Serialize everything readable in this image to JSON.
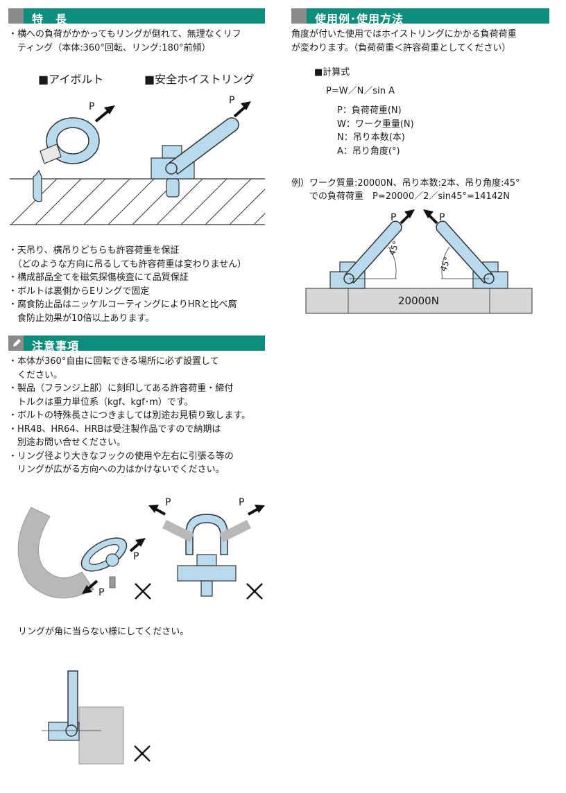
{
  "features": {
    "title": "特　長",
    "bullet_top_l1": "・横への負荷がかかってもリングが倒れて、無理なくリフ",
    "bullet_top_l2": "　ティング（本体:360°回転、リング:180°前傾）",
    "label_eyebolt": "■アイボルト",
    "label_hoist": "■安全ホイストリング",
    "arrow_label": "P",
    "list": [
      "・天吊り、横吊りどちらも許容荷重を保証",
      "　（どのような方向に吊るしても許容荷重は変わりません）",
      "・構成部品全てを磁気探傷検査にて品質保証",
      "・ボルトは裏側からEリングで固定",
      "・腐食防止品はニッケルコーティングによりHRと比べ腐",
      "　食防止効果が10倍以上あります。"
    ]
  },
  "cautions": {
    "title": "注意事項",
    "icon": "pencil-icon",
    "list": [
      "・本体が360°自由に回転できる場所に必ず設置して",
      "　ください。",
      "・製品（フランジ上部）に刻印してある許容荷重・締付",
      "　トルクは重力単位系（kgf、kgf･m）です。",
      "・ボルトの特殊長さにつきましては別途お見積り致します。",
      "・HR48、HR64、HRBは受注製作品ですので納期は",
      "　別途お問い合せください。",
      "・リング径より大きなフックの使用や左右に引張る等の",
      "　リングが広がる方向への力はかけないでください。"
    ],
    "p_label": "P",
    "x_mark": "✕",
    "corner_note": "リングが角に当らない様にしてください。"
  },
  "usage": {
    "title": "使用例･使用方法",
    "intro_l1": "角度が付いた使用ではホイストリングにかかる負荷荷重",
    "intro_l2": "が変わります。（負荷荷重＜許容荷重としてください）",
    "formula_title": "■計算式",
    "formula": "P=W／N／sin A",
    "definitions": [
      "P：負荷荷重(N)",
      "W：ワーク重量(N)",
      "N：吊り本数(本)",
      "A：吊り角度(°)"
    ],
    "example_l1": "例）ワーク質量:20000N、吊り本数:2本、吊り角度:45°",
    "example_l2": "　　での負荷荷重　P=20000／2／sin45°=14142N",
    "angle_label": "45°",
    "p_label": "P",
    "block_label": "20000N"
  },
  "colors": {
    "header_bg": "#0e8c7c",
    "header_square": "#8a8a8a",
    "ring_fill": "#b9d9ec",
    "hatch": "#333333"
  }
}
